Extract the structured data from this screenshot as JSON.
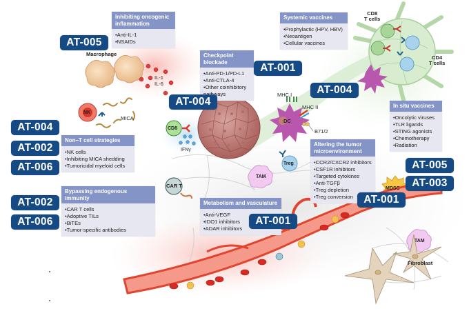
{
  "title": "Cancer immunotherapy strategies mapped to AT program codes",
  "colors": {
    "code_badge": "#154a84",
    "box_header": "#8494c6",
    "box_body": "#e6e7f1",
    "vessel": "#e0452f",
    "tumor": "#c07c78",
    "dc": "#b04aa8",
    "lymph_node": "#cfe8c8"
  },
  "boxes": {
    "inflammation": {
      "title": "Inhibiting oncogenic inflammation",
      "items": [
        "Anti-IL-1",
        "NSAIDs"
      ]
    },
    "checkpoint": {
      "title": "Checkpoint blockade",
      "items": [
        "Anti-PD-1/PD-L1",
        "Anti-CTLA-4",
        "Other coinhibitory pathways"
      ]
    },
    "systemic_vaccines": {
      "title": "Systemic vaccines",
      "items": [
        "Prophylactic (HPV, HBV)",
        "Neoantigen",
        "Cellular vaccines"
      ]
    },
    "in_situ_vaccines": {
      "title": "In situ vaccines",
      "items": [
        "Oncolytic viruses",
        "TLR ligands",
        "STING agonists",
        "Chemotherapy",
        "Radiation"
      ]
    },
    "non_t_cell": {
      "title": "Non–T cell strategies",
      "items": [
        "NK cells",
        "Inhibiting MICA shedding",
        "Tumoricidal myeloid cells"
      ]
    },
    "bypassing": {
      "title": "Bypassing endogenous immunity",
      "items": [
        "CAR T cells",
        "Adoptive TILs",
        "BiTEs",
        "Tumor-specific antibodies"
      ]
    },
    "tme": {
      "title": "Altering the tumor microenvironment",
      "items": [
        "CCR2/CXCR2 inhibitors",
        "CSF1R inhibitors",
        "Targeted cytokines",
        "Anti-TGFβ",
        "Treg depletion",
        "Treg conversion"
      ]
    },
    "metabolism": {
      "title": "Metabolism and vasculature",
      "items": [
        "Anti-VEGF",
        "IDO1 inhibitors",
        "ADAR inhibitors"
      ]
    }
  },
  "codes": {
    "inflammation": "AT-005",
    "checkpoint": "AT-001",
    "tumor": "AT-004",
    "dc": "AT-004",
    "non_t_1": "AT-004",
    "non_t_2": "AT-002",
    "non_t_3": "AT-006",
    "bypass_1": "AT-002",
    "bypass_2": "AT-006",
    "mdsc_1": "AT-005",
    "mdsc_2": "AT-003",
    "tme": "AT-001",
    "metabolism": "AT-001"
  },
  "labels": {
    "macrophage": "Macrophage",
    "il1": "IL-1",
    "il6": "IL-6",
    "nk": "NK",
    "mica": "MICA",
    "cd8": "CD8",
    "ifng": "IFNγ",
    "car_t": "CAR T",
    "treg": "Treg",
    "tam": "TAM",
    "tam2": "TAM",
    "mhc1": "MHC I",
    "mhc2": "MHC II",
    "dc": "DC",
    "b71": "B71/2",
    "cd8_t_cells": "CD8\nT cells",
    "cd4_t_cells": "CD4\nT cells",
    "mdsc": "MDSC",
    "fibroblast": "Fibroblast"
  }
}
